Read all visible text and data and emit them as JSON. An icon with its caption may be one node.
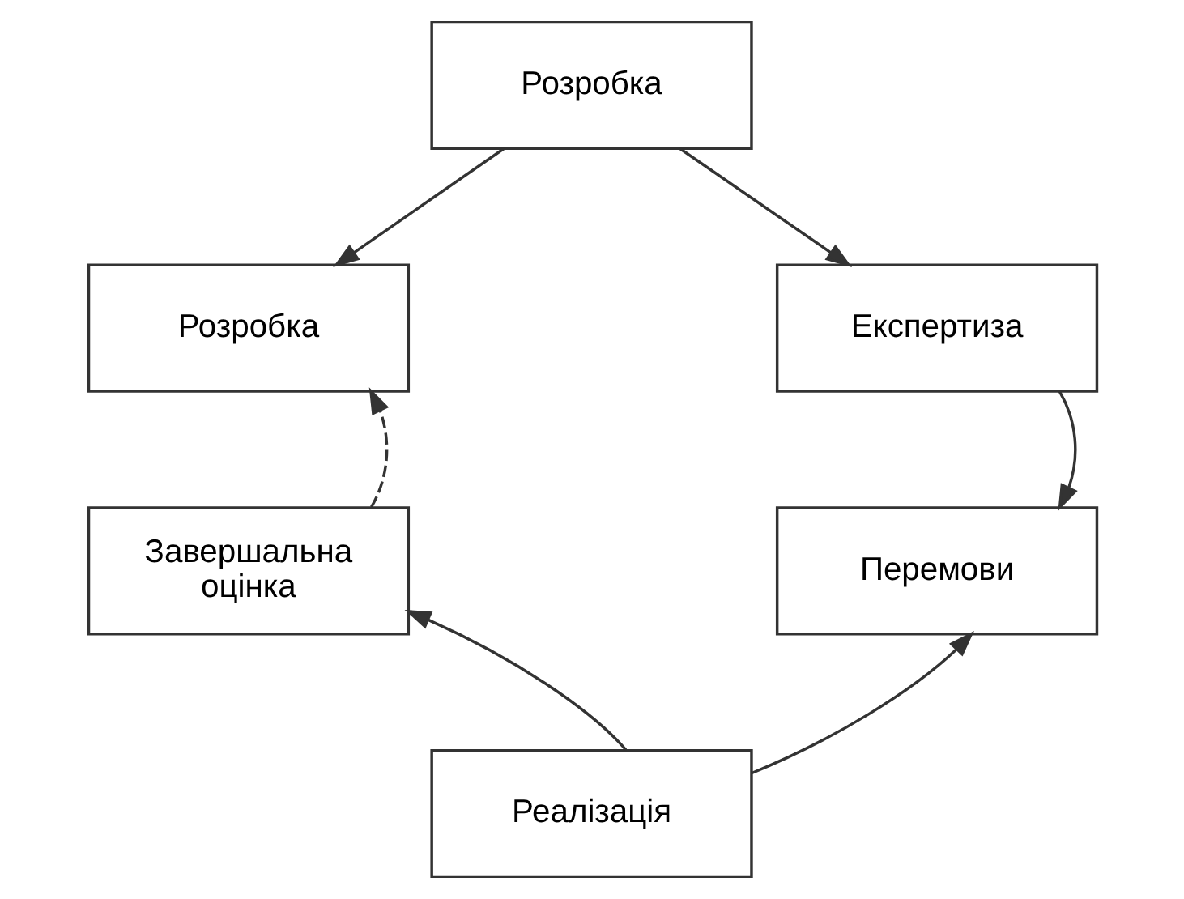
{
  "diagram": {
    "nodes": [
      {
        "text": [
          "Розробка"
        ]
      },
      {
        "text": [
          "Розробка"
        ]
      },
      {
        "text": [
          "Експертиза"
        ]
      },
      {
        "text": [
          "Завершальна оцінка"
        ]
      },
      {
        "text": [
          "Перемови"
        ]
      },
      {
        "text": [
          "Реалізація"
        ]
      }
    ],
    "edges": [
      {
        "from": 0,
        "to": 1,
        "arrow": "to"
      },
      {
        "from": 0,
        "to": 2,
        "arrow": "to"
      },
      {
        "from": 2,
        "to": 4,
        "arrow": "to"
      },
      {
        "from": 5,
        "to": 3,
        "arrow": "to"
      },
      {
        "from": 5,
        "to": 4,
        "arrow": "to"
      },
      {
        "from": 3,
        "to": 1,
        "arrow": "to",
        "style": "dashed"
      }
    ]
  }
}
